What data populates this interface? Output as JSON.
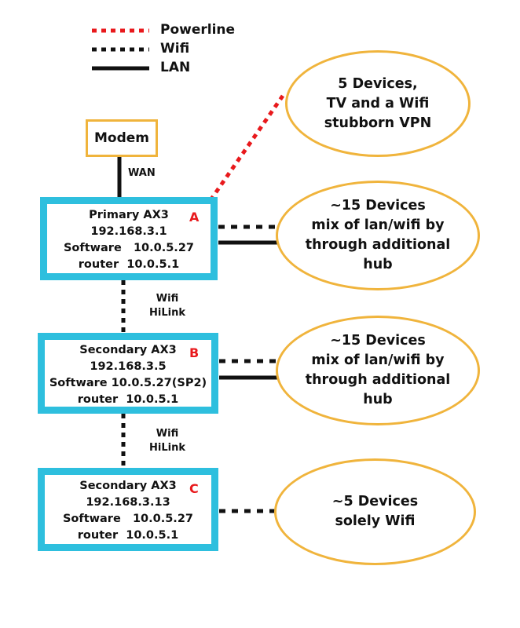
{
  "legend": [
    {
      "label": "Powerline",
      "style": "dotted",
      "color": "#e8191c"
    },
    {
      "label": "Wifi",
      "style": "dotted",
      "color": "#111111"
    },
    {
      "label": "LAN",
      "style": "solid",
      "color": "#111111"
    }
  ],
  "modem": {
    "label": "Modem"
  },
  "wan_label": "WAN",
  "hilink_links": [
    {
      "line1": "Wifi",
      "line2": "HiLink"
    },
    {
      "line1": "Wifi",
      "line2": "HiLink"
    }
  ],
  "routers": [
    {
      "tag": "A",
      "lines": [
        "Primary AX3",
        "192.168.3.1",
        "Software   10.0.5.27",
        "router  10.0.5.1"
      ]
    },
    {
      "tag": "B",
      "lines": [
        "Secondary AX3",
        "192.168.3.5",
        "Software 10.0.5.27(SP2)",
        "router  10.0.5.1"
      ]
    },
    {
      "tag": "C",
      "lines": [
        "Secondary AX3",
        "192.168.3.13",
        "Software   10.0.5.27",
        "router  10.0.5.1"
      ]
    }
  ],
  "bubbles": [
    {
      "lines": [
        "5 Devices,",
        "TV and a Wifi",
        "stubborn VPN"
      ]
    },
    {
      "lines": [
        "~15 Devices",
        "mix of lan/wifi by",
        "through additional",
        "hub"
      ]
    },
    {
      "lines": [
        "~15 Devices",
        "mix of lan/wifi by",
        "through additional",
        "hub"
      ]
    },
    {
      "lines": [
        "~5 Devices",
        "solely Wifi"
      ]
    }
  ],
  "colors": {
    "powerline": "#e8191c",
    "router_border": "#2ebfde",
    "bubble_border": "#f0b43c",
    "tag": "#e8191c"
  }
}
